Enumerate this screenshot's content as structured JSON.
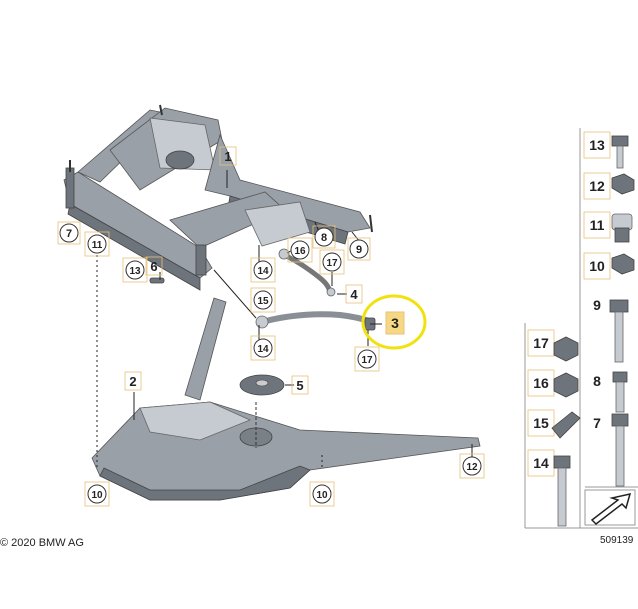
{
  "diagram": {
    "copyright": "© 2020 BMW AG",
    "drawing_number": "509139",
    "highlighted_callout": "3",
    "highlight_color": "#f1e10f",
    "label_box_color": "#f6d884",
    "callouts_main": [
      "1",
      "2",
      "3",
      "4",
      "5",
      "6",
      "7",
      "8",
      "9",
      "10",
      "10",
      "11",
      "12",
      "13",
      "14",
      "14",
      "15",
      "16",
      "17",
      "17"
    ],
    "legend_items": [
      {
        "id": "13",
        "label": "13"
      },
      {
        "id": "12",
        "label": "12"
      },
      {
        "id": "11",
        "label": "11"
      },
      {
        "id": "10",
        "label": "10"
      },
      {
        "id": "9",
        "label": "9"
      },
      {
        "id": "17",
        "label": "17"
      },
      {
        "id": "16",
        "label": "16"
      },
      {
        "id": "8",
        "label": "8"
      },
      {
        "id": "15",
        "label": "15"
      },
      {
        "id": "7",
        "label": "7"
      },
      {
        "id": "14",
        "label": "14"
      }
    ]
  }
}
